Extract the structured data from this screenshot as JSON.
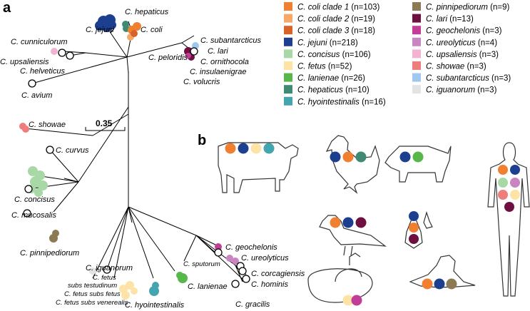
{
  "panels": {
    "a": "a",
    "b": "b"
  },
  "scale_bar": "0.35",
  "colors": {
    "coli1": "#f08030",
    "coli2": "#f5a868",
    "coli3": "#d8632a",
    "jejuni": "#1c3f8f",
    "concisus": "#a7d8a6",
    "fetus": "#fde3a6",
    "lanienae": "#55b848",
    "hepaticus": "#3e8a74",
    "hyointestinalis": "#44a5b0",
    "pinnipediorum": "#8c7a55",
    "lari": "#6e1040",
    "geochelonis": "#c23e96",
    "ureolyticus": "#c985c2",
    "upsaliensis": "#f2b3d0",
    "showae": "#ee7d7d",
    "subantarcticus": "#9ec8ef",
    "iguanorum": "#e3e3e3"
  },
  "legend": [
    {
      "key": "coli1",
      "species": "C. coli clade 1",
      "count": "(n=103)"
    },
    {
      "key": "coli2",
      "species": "C. coli clade 2",
      "count": "(n=19)"
    },
    {
      "key": "coli3",
      "species": "C. coli clade 3",
      "count": "(n=18)"
    },
    {
      "key": "jejuni",
      "species": "C. jejuni",
      "count": "(n=218)"
    },
    {
      "key": "concisus",
      "species": "C. concisus",
      "count": "(n=106)"
    },
    {
      "key": "fetus",
      "species": "C. fetus",
      "count": "(n=52)"
    },
    {
      "key": "lanienae",
      "species": "C. lanienae",
      "count": "(n=26)"
    },
    {
      "key": "hepaticus",
      "species": "C. hepaticus",
      "count": "(n=10)"
    },
    {
      "key": "hyointestinalis",
      "species": "C. hyointestinalis",
      "count": "(n=16)"
    },
    {
      "key": "pinnipediorum",
      "species": "C. pinnipediorum",
      "count": "(n=9)"
    },
    {
      "key": "lari",
      "species": "C. lari",
      "count": "(n=13)"
    },
    {
      "key": "geochelonis",
      "species": "C. geochelonis",
      "count": "(n=3)"
    },
    {
      "key": "ureolyticus",
      "species": "C. ureolyticus",
      "count": "(n=4)"
    },
    {
      "key": "upsaliensis",
      "species": "C. upsaliensis",
      "count": "(n=3)"
    },
    {
      "key": "showae",
      "species": "C. showae",
      "count": "(n=3)"
    },
    {
      "key": "subantarcticus",
      "species": "C. subantarcticus",
      "count": "(n=3)"
    },
    {
      "key": "iguanorum",
      "species": "C. iguanorum",
      "count": "(n=3)"
    }
  ],
  "tree_labels": {
    "hepaticus": "C. hepaticus",
    "jejuni": "C. jejuni",
    "coli": "C. coli",
    "cunniculorum": "C. cunniculorum",
    "upsaliensis": "C. upsaliensis",
    "helveticus": "C. helveticus",
    "avium": "C. avium",
    "subantarcticus": "C. subantarcticus",
    "lari": "C. lari",
    "peloridis": "C. peloridis",
    "ornithocola": "C. ornithocola",
    "insulaenigrae": "C. insulaenigrae",
    "volucris": "C. volucris",
    "showae": "C. showae",
    "curvus": "C. curvus",
    "concisus": "C. concisus",
    "mucosalis": "C. mucosalis",
    "pinnipediorum": "C. pinnipediorum",
    "iguanorum": "C. iguanorum",
    "fetus_testudinum_1": "C. fetus",
    "fetus_testudinum_2": "subs testudinum",
    "fetus_fetus": "C. fetus subs fetus",
    "fetus_venerealis": "C. fetus subs venerealis",
    "hyointestinalis": "C. hyointestinalis",
    "lanienae": "C. lanienae",
    "sputorum": "C. sputorum",
    "geochelonis": "C. geochelonis",
    "ureolyticus": "C. ureolyticus",
    "corcagiensis": "C. corcagiensis",
    "hominis": "C. hominis",
    "gracilis": "C. gracilis"
  },
  "hosts": {
    "cow": [
      "coli1",
      "jejuni",
      "fetus",
      "hyointestinalis"
    ],
    "chicken": [
      "jejuni",
      "coli1",
      "hepaticus"
    ],
    "pig": [
      "jejuni",
      "lanienae"
    ],
    "gull": [
      "coli1",
      "jejuni",
      "lari"
    ],
    "water": [
      "jejuni",
      "coli1",
      "lari"
    ],
    "turtle": [
      "fetus",
      "geochelonis"
    ],
    "seal": [
      "coli1",
      "jejuni",
      "pinnipediorum"
    ],
    "human": [
      "coli1",
      "jejuni",
      "concisus",
      "ureolyticus",
      "showae",
      "fetus",
      "lari"
    ]
  }
}
